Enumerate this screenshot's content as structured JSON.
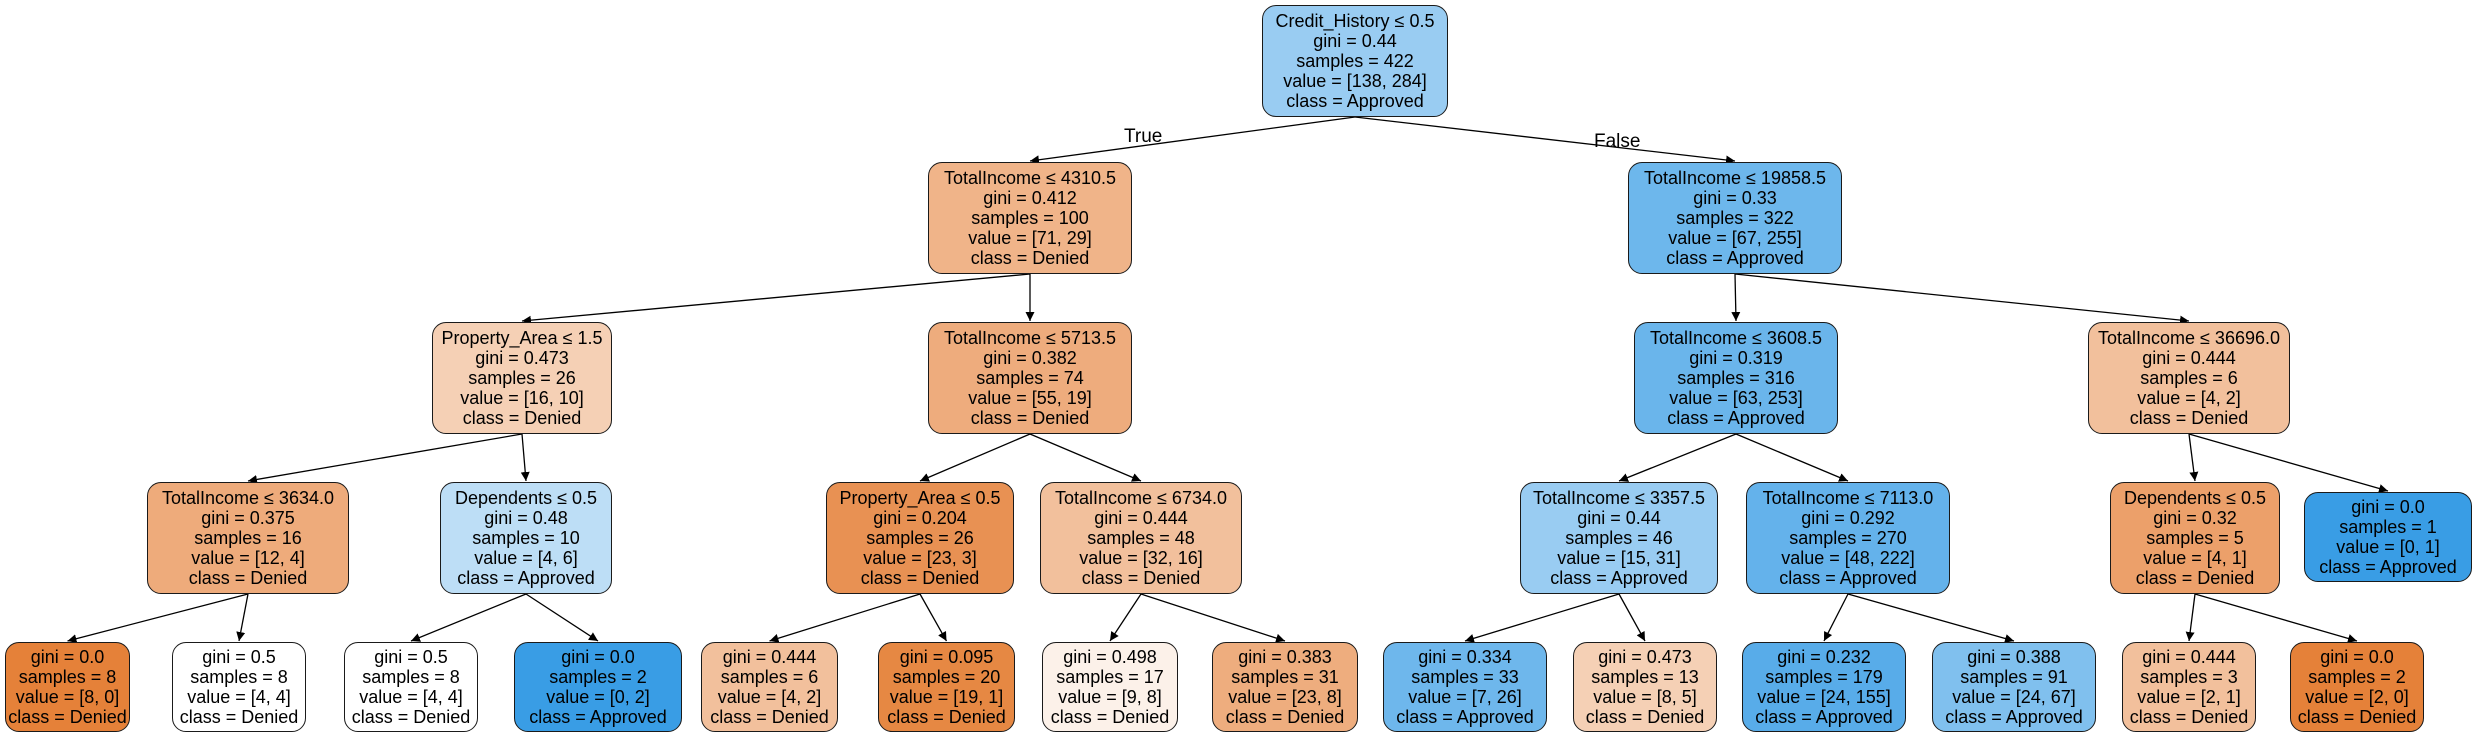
{
  "tree": {
    "edge_labels": {
      "true_label": "True",
      "false_label": "False"
    },
    "nodes": [
      {
        "id": "n0",
        "lines": [
          "Credit_History ≤ 0.5",
          "gini = 0.44",
          "samples = 422",
          "value = [138, 284]",
          "class = Approved"
        ],
        "fill": "#99ccf2"
      },
      {
        "id": "n1",
        "lines": [
          "TotalIncome ≤ 4310.5",
          "gini = 0.412",
          "samples = 100",
          "value = [71, 29]",
          "class = Denied"
        ],
        "fill": "#f0b489"
      },
      {
        "id": "n2",
        "lines": [
          "TotalIncome ≤ 19858.5",
          "gini = 0.33",
          "samples = 322",
          "value = [67, 255]",
          "class = Approved"
        ],
        "fill": "#6db7ec"
      },
      {
        "id": "n3",
        "lines": [
          "Property_Area ≤ 1.5",
          "gini = 0.473",
          "samples = 26",
          "value = [16, 10]",
          "class = Denied"
        ],
        "fill": "#f5d0b5"
      },
      {
        "id": "n4",
        "lines": [
          "TotalIncome ≤ 5713.5",
          "gini = 0.382",
          "samples = 74",
          "value = [55, 19]",
          "class = Denied"
        ],
        "fill": "#eeac7d"
      },
      {
        "id": "n5",
        "lines": [
          "TotalIncome ≤ 3608.5",
          "gini = 0.319",
          "samples = 316",
          "value = [63, 253]",
          "class = Approved"
        ],
        "fill": "#6ab5eb"
      },
      {
        "id": "n6",
        "lines": [
          "TotalIncome ≤ 36696.0",
          "gini = 0.444",
          "samples = 6",
          "value = [4, 2]",
          "class = Denied"
        ],
        "fill": "#f2c09c"
      },
      {
        "id": "n7",
        "lines": [
          "TotalIncome ≤ 3634.0",
          "gini = 0.375",
          "samples = 16",
          "value = [12, 4]",
          "class = Denied"
        ],
        "fill": "#eeab7b"
      },
      {
        "id": "n8",
        "lines": [
          "Dependents ≤ 0.5",
          "gini = 0.48",
          "samples = 10",
          "value = [4, 6]",
          "class = Approved"
        ],
        "fill": "#bddef6"
      },
      {
        "id": "n9",
        "lines": [
          "Property_Area ≤ 0.5",
          "gini = 0.204",
          "samples = 26",
          "value = [23, 3]",
          "class = Denied"
        ],
        "fill": "#e89153"
      },
      {
        "id": "n10",
        "lines": [
          "TotalIncome ≤ 6734.0",
          "gini = 0.444",
          "samples = 48",
          "value = [32, 16]",
          "class = Denied"
        ],
        "fill": "#f2c09c"
      },
      {
        "id": "n11",
        "lines": [
          "TotalIncome ≤ 3357.5",
          "gini = 0.44",
          "samples = 46",
          "value = [15, 31]",
          "class = Approved"
        ],
        "fill": "#99ccf2"
      },
      {
        "id": "n12",
        "lines": [
          "TotalIncome ≤ 7113.0",
          "gini = 0.292",
          "samples = 270",
          "value = [48, 222]",
          "class = Approved"
        ],
        "fill": "#64b2eb"
      },
      {
        "id": "n13",
        "lines": [
          "Dependents ≤ 0.5",
          "gini = 0.32",
          "samples = 5",
          "value = [4, 1]",
          "class = Denied"
        ],
        "fill": "#eca06a"
      },
      {
        "id": "n14",
        "lines": [
          "gini = 0.0",
          "samples = 1",
          "value = [0, 1]",
          "class = Approved"
        ],
        "fill": "#399de5"
      },
      {
        "id": "n15",
        "lines": [
          "gini = 0.0",
          "samples = 8",
          "value = [8, 0]",
          "class = Denied"
        ],
        "fill": "#e58139"
      },
      {
        "id": "n16",
        "lines": [
          "gini = 0.5",
          "samples = 8",
          "value = [4, 4]",
          "class = Denied"
        ],
        "fill": "#ffffff"
      },
      {
        "id": "n17",
        "lines": [
          "gini = 0.5",
          "samples = 8",
          "value = [4, 4]",
          "class = Denied"
        ],
        "fill": "#ffffff"
      },
      {
        "id": "n18",
        "lines": [
          "gini = 0.0",
          "samples = 2",
          "value = [0, 2]",
          "class = Approved"
        ],
        "fill": "#399de5"
      },
      {
        "id": "n19",
        "lines": [
          "gini = 0.444",
          "samples = 6",
          "value = [4, 2]",
          "class = Denied"
        ],
        "fill": "#f2c09c"
      },
      {
        "id": "n20",
        "lines": [
          "gini = 0.095",
          "samples = 20",
          "value = [19, 1]",
          "class = Denied"
        ],
        "fill": "#e68843"
      },
      {
        "id": "n21",
        "lines": [
          "gini = 0.498",
          "samples = 17",
          "value = [9, 8]",
          "class = Denied"
        ],
        "fill": "#fcf1e9"
      },
      {
        "id": "n22",
        "lines": [
          "gini = 0.383",
          "samples = 31",
          "value = [23, 8]",
          "class = Denied"
        ],
        "fill": "#eead7e"
      },
      {
        "id": "n23",
        "lines": [
          "gini = 0.334",
          "samples = 33",
          "value = [7, 26]",
          "class = Approved"
        ],
        "fill": "#6eb7ec"
      },
      {
        "id": "n24",
        "lines": [
          "gini = 0.473",
          "samples = 13",
          "value = [8, 5]",
          "class = Denied"
        ],
        "fill": "#f5d0b5"
      },
      {
        "id": "n25",
        "lines": [
          "gini = 0.232",
          "samples = 179",
          "value = [24, 155]",
          "class = Approved"
        ],
        "fill": "#58ace9"
      },
      {
        "id": "n26",
        "lines": [
          "gini = 0.388",
          "samples = 91",
          "value = [24, 67]",
          "class = Approved"
        ],
        "fill": "#80c0ee"
      },
      {
        "id": "n27",
        "lines": [
          "gini = 0.444",
          "samples = 3",
          "value = [2, 1]",
          "class = Denied"
        ],
        "fill": "#f2c09c"
      },
      {
        "id": "n28",
        "lines": [
          "gini = 0.0",
          "samples = 2",
          "value = [2, 0]",
          "class = Denied"
        ],
        "fill": "#e58139"
      }
    ],
    "edges": [
      [
        "n0",
        "n1"
      ],
      [
        "n0",
        "n2"
      ],
      [
        "n1",
        "n3"
      ],
      [
        "n1",
        "n4"
      ],
      [
        "n2",
        "n5"
      ],
      [
        "n2",
        "n6"
      ],
      [
        "n3",
        "n7"
      ],
      [
        "n3",
        "n8"
      ],
      [
        "n4",
        "n9"
      ],
      [
        "n4",
        "n10"
      ],
      [
        "n5",
        "n11"
      ],
      [
        "n5",
        "n12"
      ],
      [
        "n6",
        "n13"
      ],
      [
        "n6",
        "n14"
      ],
      [
        "n7",
        "n15"
      ],
      [
        "n7",
        "n16"
      ],
      [
        "n8",
        "n17"
      ],
      [
        "n8",
        "n18"
      ],
      [
        "n9",
        "n19"
      ],
      [
        "n9",
        "n20"
      ],
      [
        "n10",
        "n21"
      ],
      [
        "n10",
        "n22"
      ],
      [
        "n11",
        "n23"
      ],
      [
        "n11",
        "n24"
      ],
      [
        "n12",
        "n25"
      ],
      [
        "n12",
        "n26"
      ],
      [
        "n13",
        "n27"
      ],
      [
        "n13",
        "n28"
      ]
    ]
  }
}
